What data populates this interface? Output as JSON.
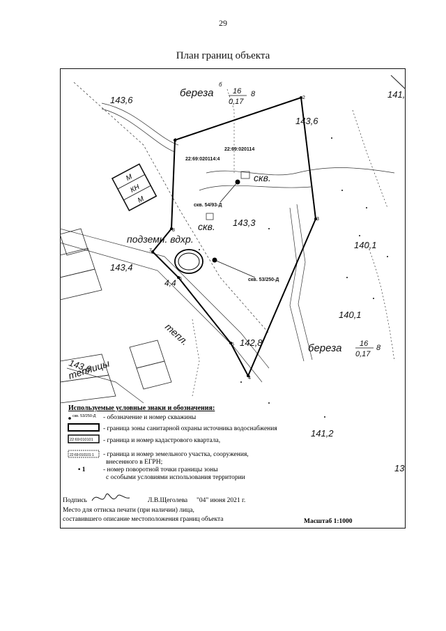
{
  "page_number": "29",
  "title": "План границ объекта",
  "map": {
    "elevations": [
      "143,6",
      "141,",
      "143,6",
      "143,3",
      "143,4",
      "140,1",
      "140,1",
      "142,8",
      "143,6",
      "141,2",
      "13("
    ],
    "tree_label_top": {
      "name": "береза",
      "num_top": "16",
      "num_bottom": "0,17",
      "side": "8",
      "mark": "б"
    },
    "tree_label_right": {
      "name": "береза",
      "num_top": "16",
      "num_bottom": "0,17",
      "side": "8"
    },
    "well_label_1": "скв.",
    "well_label_2": "скв.",
    "reservoir_label": "подземн. вдхр.",
    "label_44": "4,4",
    "label_tepl": "тепл.",
    "label_teplitsy": "теплицы",
    "building_letters": [
      "М",
      "КН",
      "М"
    ],
    "well_id_1": "скв. 54/93-Д",
    "well_id_2": "скв. 53/250-Д",
    "quarter_1": "22:69:020114",
    "quarter_2": "22:69:020114:4",
    "points": [
      "1",
      "2",
      "3",
      "4",
      "5",
      "6",
      "7",
      "8"
    ],
    "colors": {
      "ink": "#111111",
      "paper": "#ffffff"
    }
  },
  "legend": {
    "title": "Используемые условные знаки и обозначения:",
    "items": [
      {
        "sample": "скв. 53/250-Д",
        "text": "- обозначение и номер скважины"
      },
      {
        "sample": "",
        "text": "- граница зоны санитарной охраны источника водоснабжения"
      },
      {
        "sample": "22:69:010101",
        "text": "- граница и номер кадастрового квартала,"
      },
      {
        "sample": "22:69:010101:1",
        "text": "- граница и номер земельного участка, сооружения,"
      },
      {
        "sample": "",
        "text": "внесенного в ЕГРН;"
      },
      {
        "sample": "• 1",
        "text": "- номер поворотной точки границы зоны"
      },
      {
        "sample": "",
        "text": "с особыми условиями использования территории"
      }
    ]
  },
  "signature": {
    "label": "Подпись",
    "name": "Л.В.Щеголева",
    "date": "\"04\" июня 2021 г.",
    "stamp_note": "Место для оттиска печати (при наличии) лица,",
    "author_note": "составившего описание местоположения границ объекта",
    "scale": "Масштаб 1:1000"
  }
}
